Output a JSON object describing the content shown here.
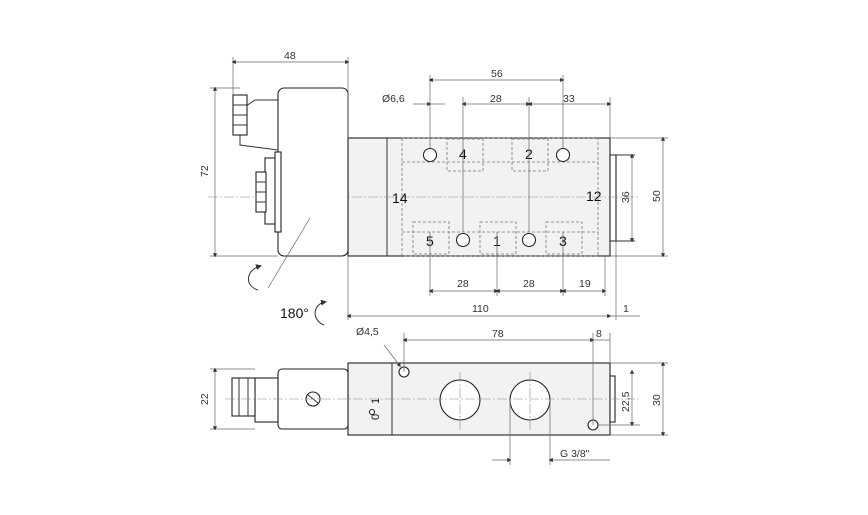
{
  "top_view": {
    "dims": {
      "coil_width": "48",
      "height": "72",
      "ports_span": "56",
      "hole_dia": "Ø6,6",
      "top_28": "28",
      "top_33": "33",
      "bot_28_left": "28",
      "bot_28_mid": "28",
      "bot_19": "19",
      "length": "110",
      "offset": "1",
      "body_height": "50",
      "pilot_height": "36"
    },
    "ports": {
      "p4": "4",
      "p2": "2",
      "p14": "14",
      "p12": "12",
      "p5": "5",
      "p1": "1",
      "p3": "3"
    }
  },
  "rotation": {
    "label": "180°"
  },
  "side_view": {
    "dims": {
      "mount_dia": "Ø4,5",
      "hole_spacing": "78",
      "end_offset": "8",
      "height": "22",
      "hole_height": "22,5",
      "width": "30",
      "thread": "G 3/8\""
    },
    "marks": {
      "on": "1",
      "off": "0"
    }
  }
}
